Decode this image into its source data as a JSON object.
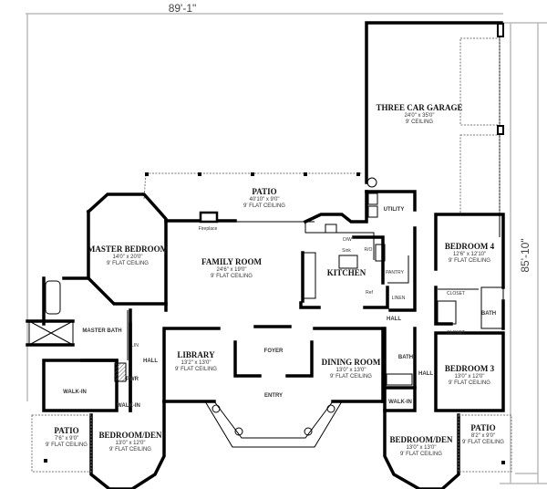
{
  "dimensions": {
    "width": "89'-1\"",
    "depth": "85'-10\""
  },
  "rooms": {
    "garage": {
      "name": "THREE CAR GARAGE",
      "size": "24'0\" x 35'0\"",
      "ceiling": "9' CEILING"
    },
    "patio_rear": {
      "name": "PATIO",
      "size": "40'10\" x 9'0\"",
      "ceiling": "9' FLAT CEILING"
    },
    "master_bedroom": {
      "name": "MASTER BEDROOM",
      "size": "14'0\" x 20'0\"",
      "ceiling": "9' FLAT CEILING"
    },
    "family_room": {
      "name": "FAMILY ROOM",
      "size": "24'6\" x 19'0\"",
      "ceiling": "9' FLAT CEILING"
    },
    "kitchen": {
      "name": "KITCHEN"
    },
    "utility": {
      "name": "UTILITY"
    },
    "bedroom4": {
      "name": "BEDROOM 4",
      "size": "12'6\" x 12'10\"",
      "ceiling": "9' FLAT CEILING"
    },
    "master_bath": {
      "name": "MASTER BATH"
    },
    "library": {
      "name": "LIBRARY",
      "size": "13'2\" x 13'0\"",
      "ceiling": "9' FLAT CEILING"
    },
    "foyer": {
      "name": "FOYER"
    },
    "entry": {
      "name": "ENTRY"
    },
    "dining_room": {
      "name": "DINING ROOM",
      "size": "13'0\" x 13'0\"",
      "ceiling": "9' FLAT CEILING"
    },
    "bedroom3": {
      "name": "BEDROOM 3",
      "size": "13'0\" x 12'0\"",
      "ceiling": "9' FLAT CEILING"
    },
    "walkin_master": {
      "name": "WALK-IN"
    },
    "walkin_left": {
      "name": "WALK-IN"
    },
    "walkin_right": {
      "name": "WALK-IN"
    },
    "pwr": {
      "name": "PWR"
    },
    "patio_left": {
      "name": "PATIO",
      "size": "7'6\" x 9'0\"",
      "ceiling": "9' FLAT CEILING"
    },
    "bedroom_den_left": {
      "name": "BEDROOM/DEN",
      "size": "13'0\" x 12'0\"",
      "ceiling": "9' FLAT CEILING"
    },
    "bedroom_den_right": {
      "name": "BEDROOM/DEN",
      "size": "13'0\" x 13'0\"",
      "ceiling": "9' FLAT CEILING"
    },
    "patio_right": {
      "name": "PATIO",
      "size": "8'2\" x 9'0\"",
      "ceiling": "9' FLAT CEILING"
    },
    "bath_right": {
      "name": "BATH"
    },
    "bath_bed4": {
      "name": "BATH"
    }
  },
  "labels": {
    "hall_left": "HALL",
    "hall_kitchen": "HALL",
    "hall_right": "HALL",
    "fireplace": "Fireplace",
    "pantry": "PANTRY",
    "linen": "LINEN",
    "closet_top": "CLOSET",
    "closet_bottom": "CLOSET",
    "dw": "D/W",
    "ro": "R/O",
    "ref": "Ref",
    "sink": "Sink",
    "lin": "LIN"
  }
}
